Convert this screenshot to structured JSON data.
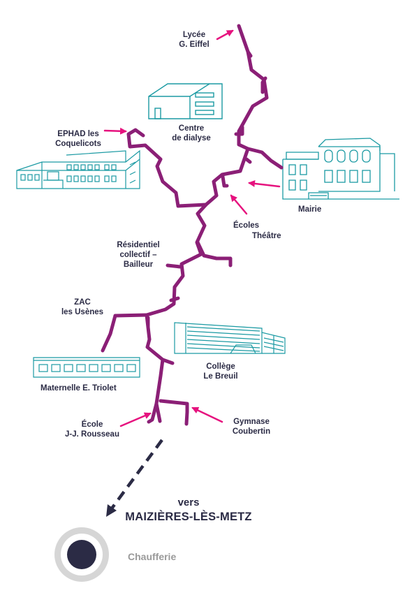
{
  "labels": {
    "lycee": "Lycée\nG. Eiffel",
    "dialyse": "Centre\nde dialyse",
    "ephad": "EPHAD les\nCoquelicots",
    "mairie": "Mairie",
    "ecoles": "Écoles",
    "theatre": "Théâtre",
    "residentiel": "Résidentiel\ncollectif –\nBailleur",
    "zac": "ZAC\nles Usènes",
    "college": "Collège\nLe Breuil",
    "maternelle": "Maternelle E. Triolet",
    "ecole_rousseau": "École\nJ-J. Rousseau",
    "gymnase": "Gymnase\nCoubertin"
  },
  "destination": {
    "prefix": "vers",
    "name": "MAIZIÈRES-LÈS-METZ"
  },
  "plant": {
    "label": "Chaufferie"
  },
  "colors": {
    "network": "#8b1f76",
    "pointer_arrow": "#e6127e",
    "buildings": "#1b9aa3",
    "text": "#2b2b45",
    "direction_arrow": "#2b2b45",
    "plant_core": "#2b2b45",
    "plant_ring": "#d6d6d6",
    "plant_label": "#9a9a9a"
  }
}
